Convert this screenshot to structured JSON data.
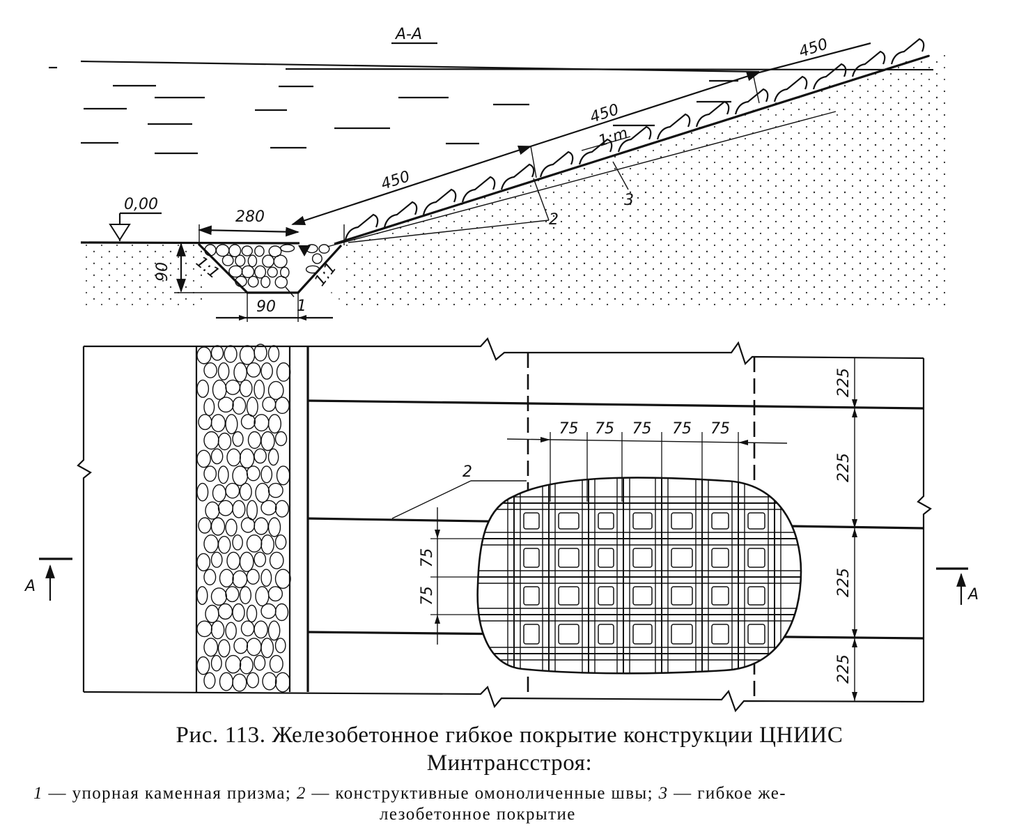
{
  "section": {
    "title": "А-А",
    "level_mark": "0,00",
    "dim_280": "280",
    "dim_450_a": "450",
    "dim_450_b": "450",
    "dim_450_c": "450",
    "slope_m": "1:m",
    "slope_1_1_left": "1:1",
    "slope_1_1_right": "1:1",
    "dim_90_depth": "90",
    "dim_90_base": "90",
    "callout_1": "1",
    "callout_2": "2",
    "callout_3": "3"
  },
  "plan": {
    "callout_2": "2",
    "grid_dims_top": [
      "75",
      "75",
      "75",
      "75",
      "75"
    ],
    "grid_dims_left": [
      "75",
      "75"
    ],
    "right_dims": [
      "225",
      "225",
      "225",
      "225"
    ],
    "section_mark_left": "А",
    "section_mark_right": "А"
  },
  "caption": {
    "line1": "Рис. 113. Железобетонное гибкое покрытие конструкции ЦНИИС",
    "line2": "Минтрансстроя:",
    "legend_n1": "1",
    "legend_t1": " — упорная каменная призма; ",
    "legend_n2": "2",
    "legend_t2": " — конструктивные омоноличенные швы; ",
    "legend_n3": "3",
    "legend_t3": " — гибкое же-",
    "legend_t4": "лезобетонное покрытие"
  }
}
